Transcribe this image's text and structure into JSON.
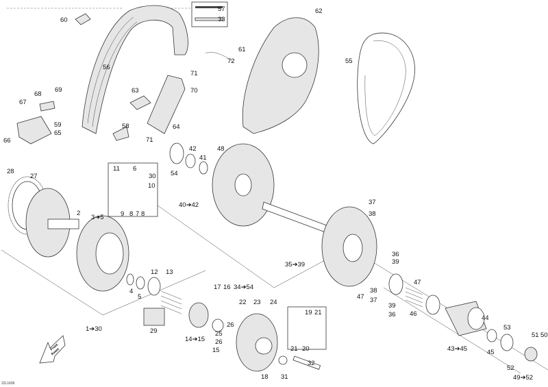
{
  "diagram_code": "22L1606",
  "front_arrow": {
    "line1": "Front",
    "line2": "Avant"
  },
  "callouts": [
    "60",
    "57",
    "33",
    "62",
    "61",
    "55",
    "72",
    "56",
    "71",
    "63",
    "70",
    "68",
    "69",
    "67",
    "59",
    "64",
    "58",
    "65",
    "66",
    "71",
    "48",
    "42",
    "41",
    "54",
    "28",
    "27",
    "11",
    "6",
    "30",
    "10",
    "9",
    "8",
    "7",
    "8",
    "2",
    "3➔5",
    "40➔42",
    "37",
    "38",
    "36",
    "39",
    "35➔39",
    "12",
    "13",
    "4",
    "5",
    "34➔54",
    "17",
    "16",
    "47",
    "47",
    "38",
    "37",
    "39",
    "36",
    "46",
    "22",
    "23",
    "24",
    "19",
    "21",
    "26",
    "25",
    "26",
    "44",
    "53",
    "14➔15",
    "15",
    "29",
    "1➔30",
    "20",
    "21",
    "45",
    "51",
    "50",
    "43➔45",
    "52",
    "49➔52",
    "18",
    "31",
    "32"
  ]
}
